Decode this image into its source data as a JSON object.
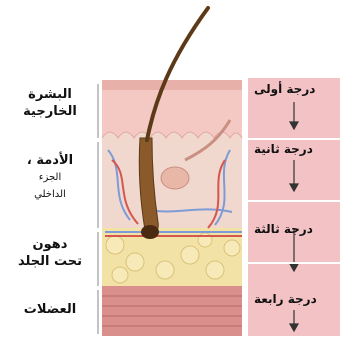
{
  "left_labels": {
    "epidermis": [
      "البشرة",
      "الخارجية"
    ],
    "dermis": [
      "الأدمة ،",
      "الجزء",
      "الداخلي"
    ],
    "fat": [
      "دهون",
      "تحت الجلد"
    ],
    "muscle": "العضلات"
  },
  "degrees": [
    "درجة أولى",
    "درجة ثانية",
    "درجة ثالثة",
    "درجة رابعة"
  ],
  "colors": {
    "band": "#f2c2c4",
    "skin_top": "#f4c9c4",
    "dermis": "#f1d8cf",
    "fat": "#f3e2a6",
    "muscle": "#d98f8c"
  }
}
